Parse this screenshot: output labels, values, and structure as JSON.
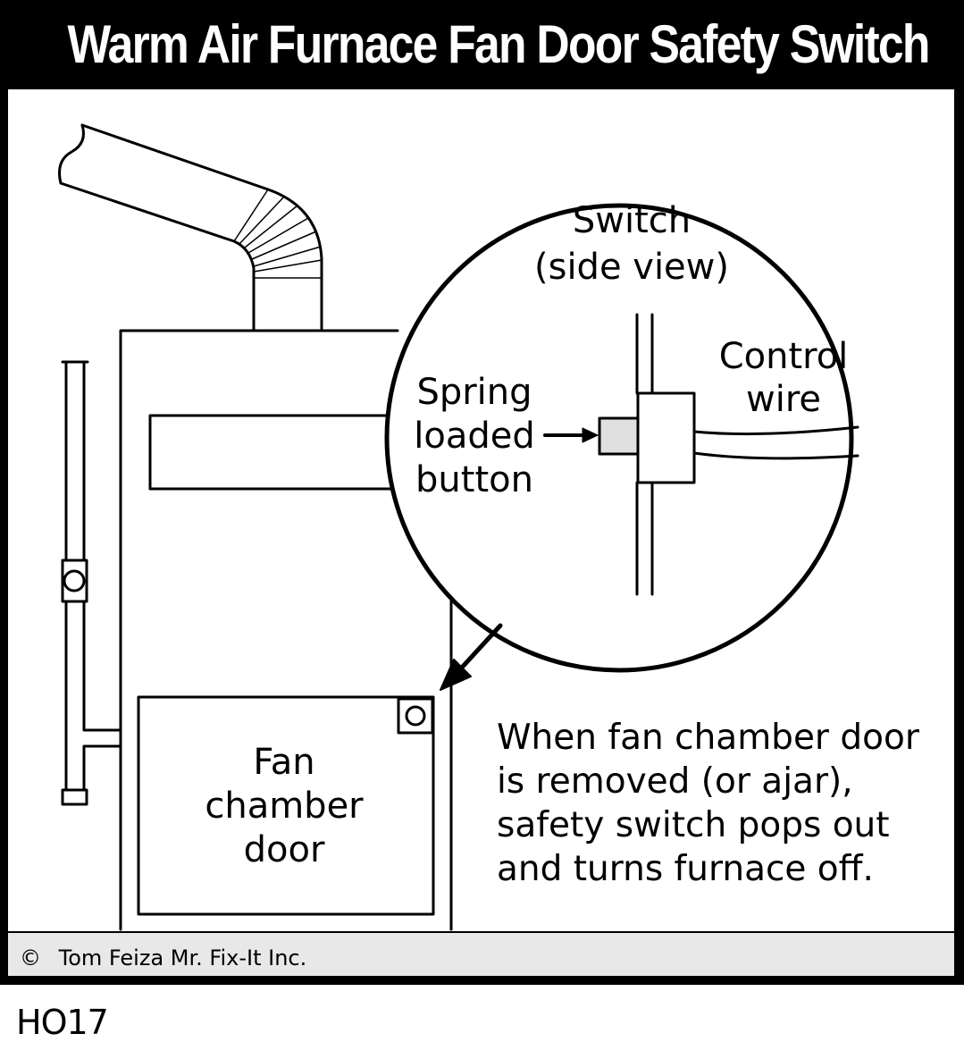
{
  "title": "Warm Air Furnace Fan Door Safety Switch",
  "labels": {
    "switch_line1": "Switch",
    "switch_line2": "(side view)",
    "control_line1": "Control",
    "control_line2": "wire",
    "spring_line1": "Spring",
    "spring_line2": "loaded",
    "spring_line3": "button",
    "door_line1": "Fan",
    "door_line2": "chamber",
    "door_line3": "door"
  },
  "note": {
    "line1": "When fan chamber door",
    "line2": "is removed (or ajar),",
    "line3": "safety switch pops out",
    "line4": "and turns furnace off."
  },
  "credit": "Tom Feiza Mr. Fix-It Inc.",
  "copyright_symbol": "©",
  "code": "HO17"
}
